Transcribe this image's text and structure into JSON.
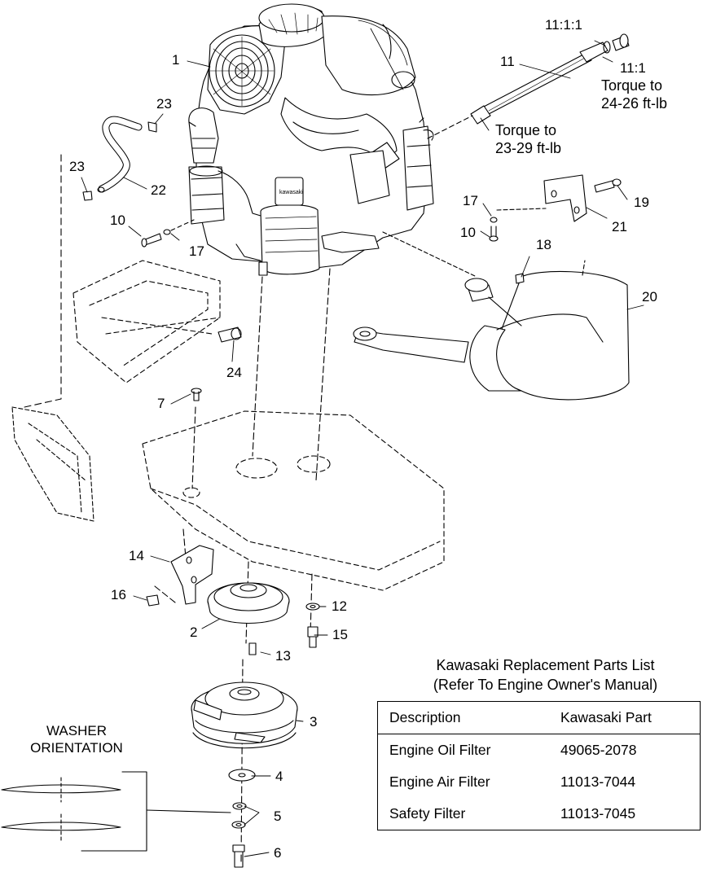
{
  "callouts": {
    "c1": "1",
    "c2": "2",
    "c3": "3",
    "c4": "4",
    "c5": "5",
    "c6": "6",
    "c7": "7",
    "c10a": "10",
    "c10b": "10",
    "c11": "11",
    "c11_1": "11:1",
    "c11_1_1": "11:1:1",
    "c12": "12",
    "c13": "13",
    "c14": "14",
    "c15": "15",
    "c16": "16",
    "c17a": "17",
    "c17b": "17",
    "c18": "18",
    "c19": "19",
    "c20": "20",
    "c21": "21",
    "c22": "22",
    "c23a": "23",
    "c23b": "23",
    "c24": "24"
  },
  "notes": {
    "torque_top_line1": "Torque to",
    "torque_top_line2": "24-26 ft-lb",
    "torque_mid_line1": "Torque to",
    "torque_mid_line2": "23-29 ft-lb"
  },
  "washer": {
    "title_line1": "WASHER",
    "title_line2": "ORIENTATION"
  },
  "parts_list": {
    "title_line1": "Kawasaki Replacement Parts List",
    "title_line2": "(Refer To Engine Owner's Manual)",
    "headers": [
      "Description",
      "Kawasaki Part"
    ],
    "rows": [
      [
        "Engine Oil Filter",
        "49065-2078"
      ],
      [
        "Engine Air Filter",
        "11013-7044"
      ],
      [
        "Safety Filter",
        "11013-7045"
      ]
    ]
  }
}
